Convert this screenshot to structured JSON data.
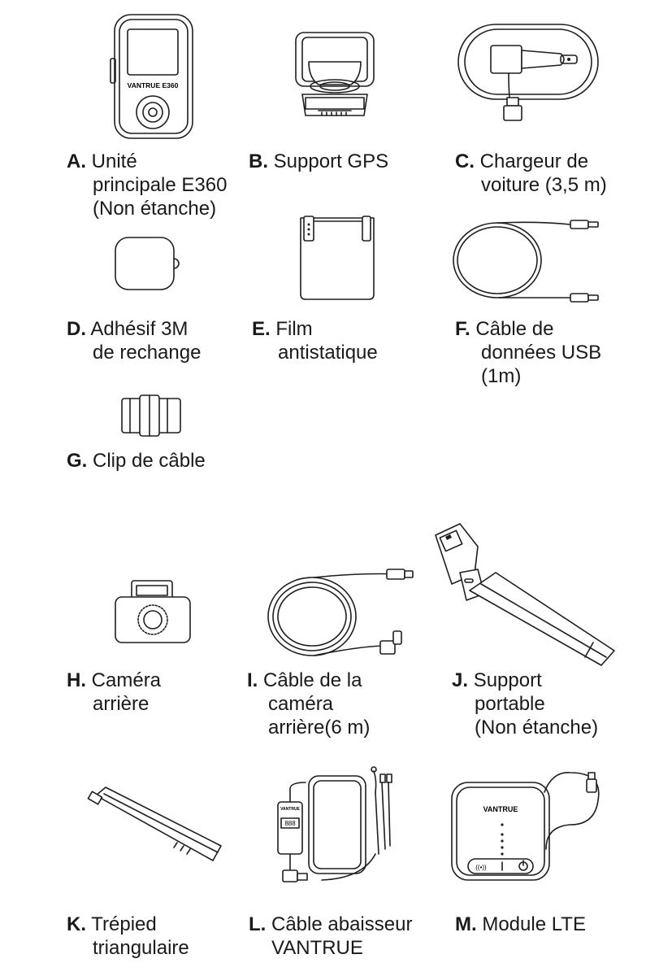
{
  "items": [
    {
      "letter": "A.",
      "lines": [
        "Unité",
        "principale E360",
        "(Non étanche)"
      ]
    },
    {
      "letter": "B.",
      "lines": [
        "Support GPS"
      ]
    },
    {
      "letter": "C.",
      "lines": [
        "Chargeur de",
        "voiture (3,5 m)"
      ]
    },
    {
      "letter": "D.",
      "lines": [
        "Adhésif 3M",
        "de rechange"
      ]
    },
    {
      "letter": "E.",
      "lines": [
        "Film",
        "antistatique"
      ]
    },
    {
      "letter": "F.",
      "lines": [
        "Câble de",
        "données USB",
        "(1m)"
      ]
    },
    {
      "letter": "G.",
      "lines": [
        "Clip de câble"
      ]
    },
    {
      "letter": "H.",
      "lines": [
        "Caméra",
        "arrière"
      ]
    },
    {
      "letter": "I.",
      "lines": [
        "Câble de la",
        "caméra",
        "arrière(6 m)"
      ]
    },
    {
      "letter": "J.",
      "lines": [
        "Support",
        "portable",
        "(Non étanche)"
      ]
    },
    {
      "letter": "K.",
      "lines": [
        "Trépied",
        "triangulaire"
      ]
    },
    {
      "letter": "L.",
      "lines": [
        "Câble abaisseur",
        "VANTRUE"
      ]
    },
    {
      "letter": "M.",
      "lines": [
        "Module LTE"
      ]
    }
  ],
  "labels": {
    "camera_brand": "VANTRUE E360",
    "lte_brand": "VANTRUE",
    "cable_display": "888"
  },
  "icons": [
    "dashcam-icon",
    "gps-mount-icon",
    "car-charger-icon",
    "adhesive-pad-icon",
    "antistatic-film-icon",
    "usb-cable-icon",
    "cable-clip-icon",
    "rear-camera-icon",
    "rear-camera-cable-icon",
    "portable-stand-icon",
    "tripod-icon",
    "hardwire-kit-icon",
    "lte-module-icon"
  ],
  "colors": {
    "line": "#1e1e1e",
    "text": "#1a1a1a",
    "background": "#ffffff"
  }
}
